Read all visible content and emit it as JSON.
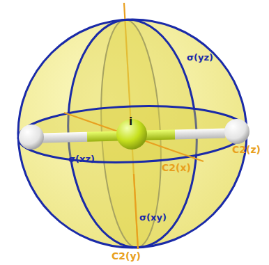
{
  "diagram": {
    "labels": [
      "i",
      "σ(yz)",
      "σ(xz)",
      "σ(xy)",
      "C2(z)",
      "C2(x)",
      "C2(y)"
    ]
  }
}
